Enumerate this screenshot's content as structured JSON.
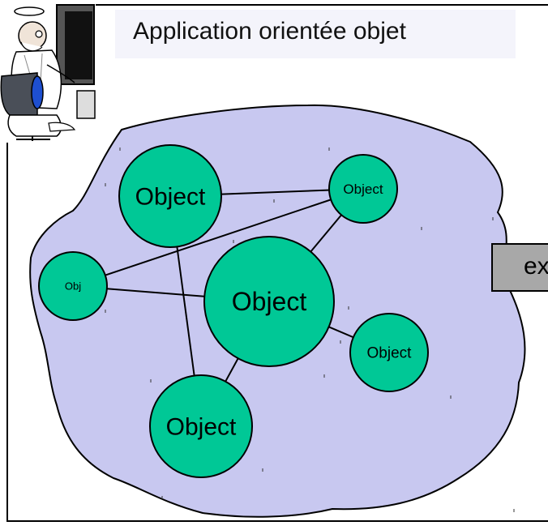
{
  "title": "Application orientée objet",
  "external_label": "ex",
  "colors": {
    "cloud_fill": "#c8c8f0",
    "object_fill": "#00c896",
    "ext_box": "#a8a8a8",
    "title_bg": "#f4f4fb"
  },
  "icons": {
    "clipart": "programmer-at-computer-icon"
  },
  "objects": [
    {
      "label": "Object"
    },
    {
      "label": "Object"
    },
    {
      "label": "Obj"
    },
    {
      "label": "Object"
    },
    {
      "label": "Object"
    },
    {
      "label": "Object"
    }
  ]
}
